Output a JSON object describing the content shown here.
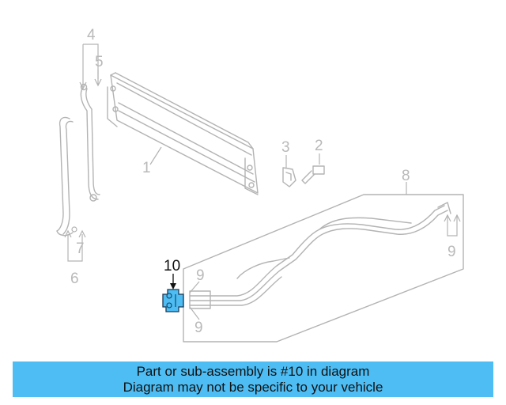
{
  "diagram": {
    "callouts": {
      "c1": "1",
      "c2": "2",
      "c3": "3",
      "c4": "4",
      "c5": "5",
      "c6": "6",
      "c7": "7",
      "c8": "8",
      "c9a": "9",
      "c9b": "9",
      "c9c": "9",
      "c10": "10"
    },
    "highlight_color": "#4dbdf4",
    "line_color": "#b3b3b3"
  },
  "banner": {
    "line1": "Part or sub-assembly is #10 in diagram",
    "line2": "Diagram may not be specific to your vehicle",
    "background": "#4dbdf4"
  }
}
